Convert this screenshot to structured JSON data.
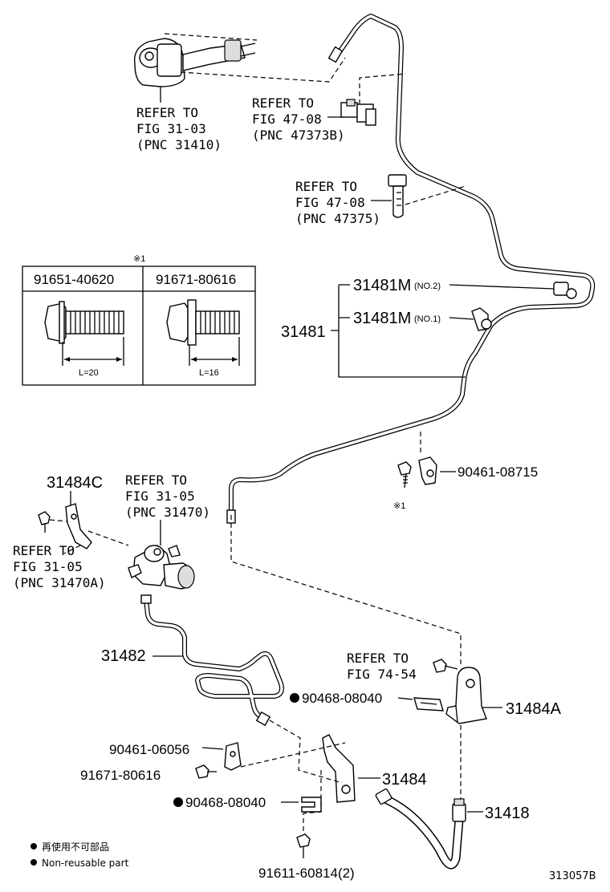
{
  "refs": {
    "fig3103": [
      "REFER TO",
      "FIG 31-03",
      "(PNC 31410)"
    ],
    "fig4708a": [
      "REFER TO",
      "FIG 47-08",
      "(PNC 47373B)"
    ],
    "fig4708b": [
      "REFER TO",
      "FIG 47-08",
      "(PNC 47375)"
    ],
    "fig3105a": [
      "REFER TO",
      "FIG 31-05",
      "(PNC 31470)"
    ],
    "fig3105b": [
      "REFER TO",
      "FIG 31-05",
      "(PNC 31470A)"
    ],
    "fig7454": [
      "REFER TO",
      "FIG 74-54"
    ]
  },
  "table": {
    "marker": "※1",
    "col1": "91651-40620",
    "col2": "91671-80616",
    "len1": "L=20",
    "len2": "L=16"
  },
  "parts": {
    "p31481": "31481",
    "p31481m2": "31481M",
    "p31481m2_note": "(NO.2)",
    "p31481m1": "31481M",
    "p31481m1_note": "(NO.1)",
    "p9046108715": "90461-08715",
    "p9046108715_marker": "※1",
    "p31484c": "31484C",
    "p31482": "31482",
    "p9046808040a": "90468-08040",
    "p31484a": "31484A",
    "p9046106056": "90461-06056",
    "p9167180616": "91671-80616",
    "p31484": "31484",
    "p9046808040b": "90468-08040",
    "p31418": "31418",
    "p9161160814": "91611-60814(2)"
  },
  "legend": {
    "jp": "再使用不可部品",
    "en": "Non-reusable part"
  },
  "figure_code": "313057B"
}
